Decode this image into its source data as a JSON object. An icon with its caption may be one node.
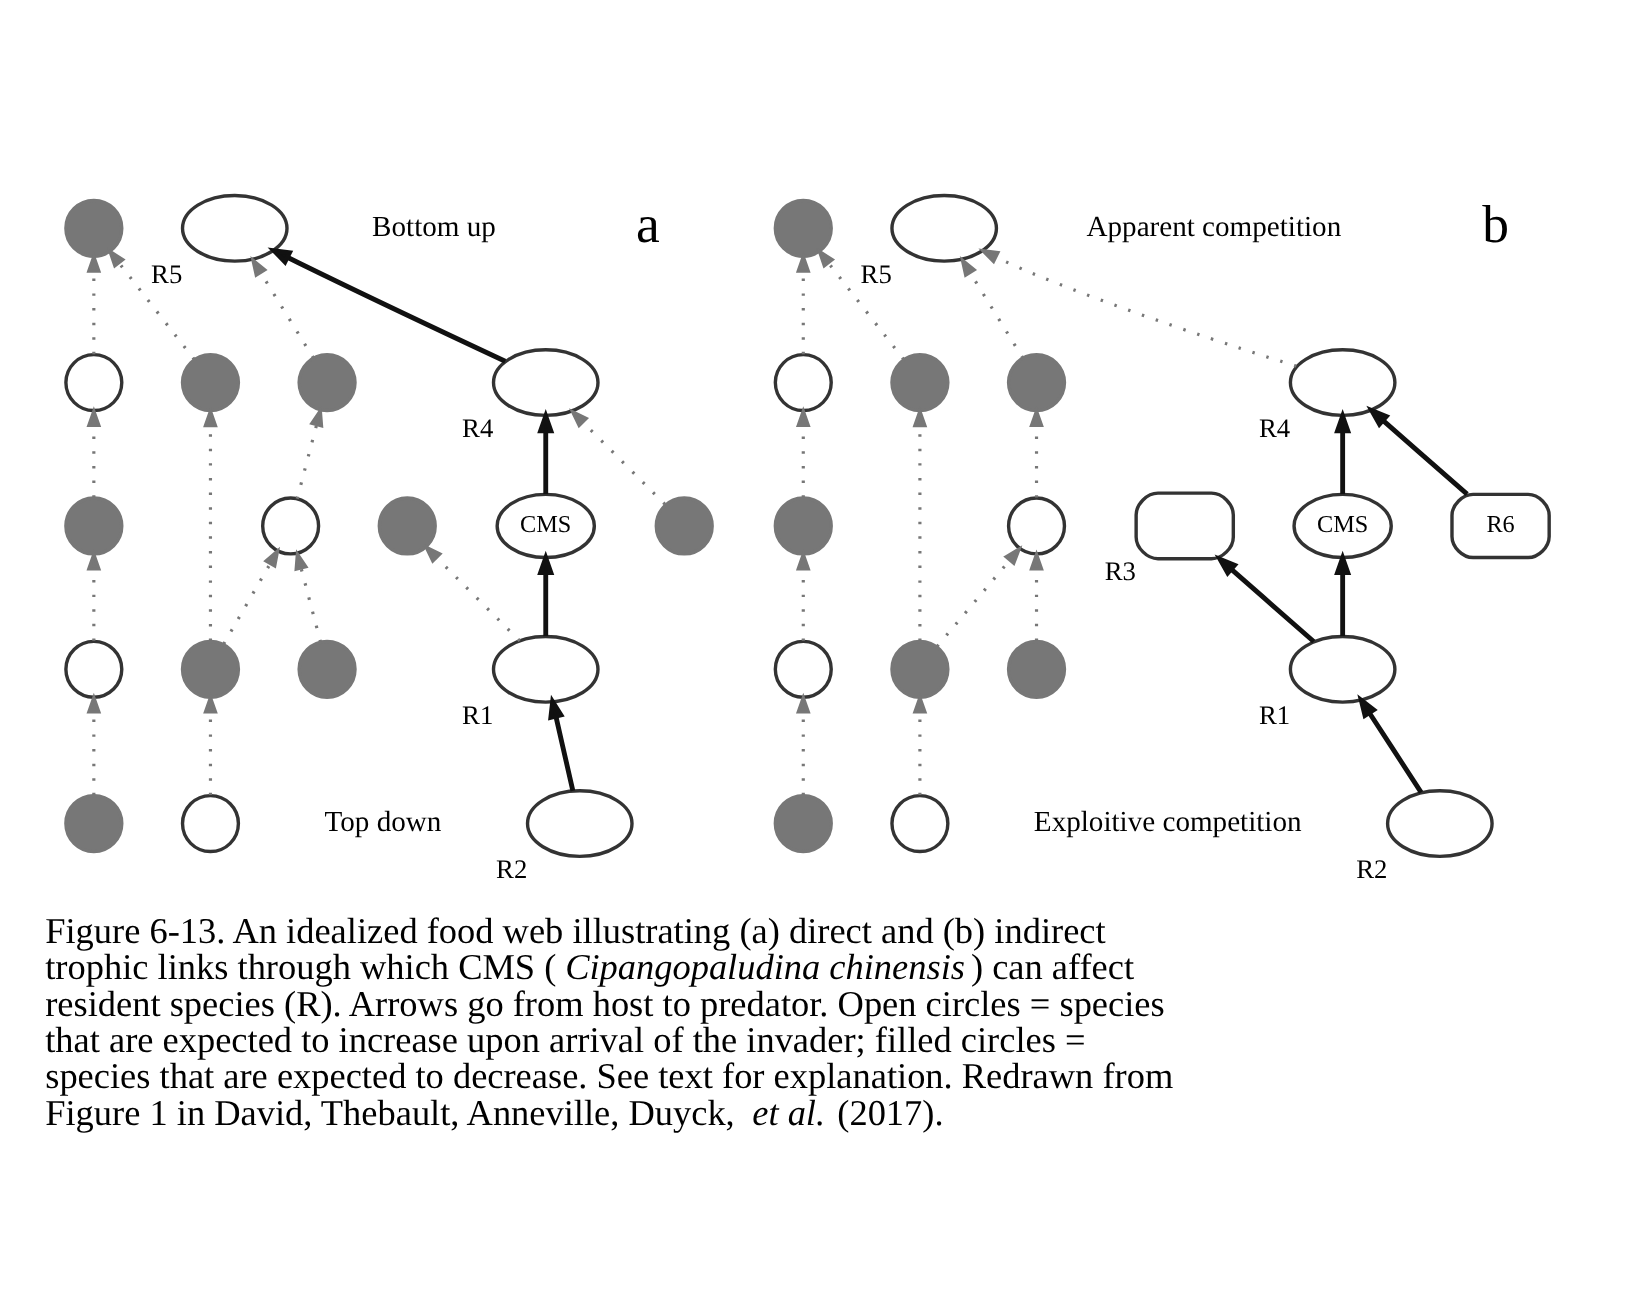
{
  "diagram": {
    "caption": "Figure 6-13. An idealized food web illustrating (a) direct and (b) indirect trophic links through which CMS (*Cipangopaludina chinensis*) can affect resident species (R). Arrows go from host to predator. Open circles = species that are expected to increase upon arrival of the invader; filled circles = species that are expected to decrease. See text for explanation. Redrawn from Figure 1 in David, Thebault, Anneville, Duyck, *et al.* (2017).",
    "nodes": [
      {
        "text": [],
        "shape": "circle"
      },
      {
        "text": [],
        "shape": "ellipse",
        "beside": [
          "R5"
        ]
      },
      {
        "text": [],
        "shape": "circle"
      },
      {
        "text": [],
        "shape": "circle"
      },
      {
        "text": [],
        "shape": "ellipse",
        "beside": [
          "R4"
        ]
      },
      {
        "text": [],
        "shape": "circle"
      },
      {
        "text": [],
        "shape": "circle"
      },
      {
        "text": [],
        "shape": "circle"
      },
      {
        "text": [
          "CMS"
        ]
      },
      {
        "text": [],
        "shape": "circle"
      },
      {
        "text": [],
        "shape": "circle"
      },
      {
        "text": [],
        "shape": "circle"
      },
      {
        "text": [],
        "shape": "ellipse",
        "beside": [
          "R1"
        ]
      },
      {
        "text": [],
        "shape": "circle"
      },
      {
        "text": [],
        "shape": "circle"
      },
      {
        "text": [],
        "shape": "circle"
      },
      {
        "text": [],
        "shape": "ellipse",
        "beside": [
          "R2"
        ]
      },
      {
        "text": [],
        "shape": "circle"
      },
      {
        "text": [],
        "shape": "circle"
      },
      {
        "text": [],
        "shape": "ellipse",
        "beside": [
          "R5"
        ]
      },
      {
        "text": [],
        "shape": "circle"
      },
      {
        "text": [],
        "shape": "circle"
      },
      {
        "text": [],
        "shape": "ellipse",
        "beside": [
          "R4"
        ]
      },
      {
        "text": [],
        "shape": "circle"
      },
      {
        "text": [],
        "shape": "circle"
      },
      {
        "text": [],
        "shape": "box",
        "beside": [
          "R3"
        ]
      },
      {
        "text": [
          "CMS"
        ]
      },
      {
        "text": [
          "R6"
        ]
      },
      {
        "text": [],
        "shape": "circle"
      },
      {
        "text": [],
        "shape": "circle"
      },
      {
        "text": [],
        "shape": "ellipse",
        "beside": [
          "R1"
        ]
      },
      {
        "text": [],
        "shape": "circle"
      },
      {
        "text": [],
        "shape": "circle"
      },
      {
        "text": [],
        "shape": "circle"
      },
      {
        "text": [],
        "shape": "ellipse",
        "beside": [
          "R2"
        ]
      },
      {
        "text": [],
        "shape": "circle"
      }
    ],
    "edges": [
      {
        "from": 2,
        "to": 0,
        "arrow": "to",
        "style": "dashed"
      },
      {
        "from": 3,
        "to": 0,
        "arrow": "to",
        "style": "dashed"
      },
      {
        "from": 4,
        "to": 1,
        "arrow": "to",
        "color": "#111111"
      },
      {
        "from": 5,
        "to": 1,
        "arrow": "to",
        "style": "dashed"
      },
      {
        "from": 6,
        "to": 2,
        "arrow": "to",
        "style": "dashed"
      },
      {
        "from": 8,
        "to": 4,
        "arrow": "to",
        "color": "#111111"
      },
      {
        "from": 9,
        "to": 4,
        "arrow": "to",
        "style": "dashed"
      },
      {
        "from": 13,
        "to": 3,
        "arrow": "to",
        "style": "dashed"
      },
      {
        "from": 10,
        "to": 5,
        "arrow": "to",
        "style": "dashed"
      },
      {
        "from": 11,
        "to": 6,
        "arrow": "to",
        "style": "dashed"
      },
      {
        "from": 12,
        "to": 7,
        "arrow": "to",
        "style": "dashed"
      },
      {
        "from": 12,
        "to": 8,
        "arrow": "to",
        "color": "#111111"
      },
      {
        "from": 13,
        "to": 10,
        "arrow": "to",
        "style": "dashed"
      },
      {
        "from": 14,
        "to": 10,
        "arrow": "to",
        "style": "dashed"
      },
      {
        "from": 15,
        "to": 11,
        "arrow": "to",
        "style": "dashed"
      },
      {
        "from": 16,
        "to": 12,
        "arrow": "to",
        "color": "#111111"
      },
      {
        "from": 17,
        "to": 13,
        "arrow": "to",
        "style": "dashed"
      },
      {
        "from": 20,
        "to": 18,
        "arrow": "to",
        "style": "dashed"
      },
      {
        "from": 21,
        "to": 18,
        "arrow": "to",
        "style": "dashed"
      },
      {
        "from": 22,
        "to": 19,
        "arrow": "to",
        "style": "dashed"
      },
      {
        "from": 23,
        "to": 19,
        "arrow": "to",
        "style": "dashed"
      },
      {
        "from": 24,
        "to": 20,
        "arrow": "to",
        "style": "dashed"
      },
      {
        "from": 26,
        "to": 22,
        "arrow": "to",
        "color": "#111111"
      },
      {
        "from": 27,
        "to": 22,
        "arrow": "to",
        "color": "#111111"
      },
      {
        "from": 31,
        "to": 21,
        "arrow": "to",
        "style": "dashed"
      },
      {
        "from": 28,
        "to": 23,
        "arrow": "to",
        "style": "dashed"
      },
      {
        "from": 29,
        "to": 24,
        "arrow": "to",
        "style": "dashed"
      },
      {
        "from": 30,
        "to": 25,
        "arrow": "to",
        "color": "#111111"
      },
      {
        "from": 30,
        "to": 26,
        "arrow": "to",
        "color": "#111111"
      },
      {
        "from": 31,
        "to": 28,
        "arrow": "to",
        "style": "dashed"
      },
      {
        "from": 32,
        "to": 28,
        "arrow": "to",
        "style": "dashed"
      },
      {
        "from": 33,
        "to": 29,
        "arrow": "to",
        "style": "dashed"
      },
      {
        "from": 34,
        "to": 30,
        "arrow": "to",
        "color": "#111111"
      },
      {
        "from": 35,
        "to": 31,
        "arrow": "to",
        "style": "dashed"
      }
    ],
    "labels": [
      "a",
      "Bottom up",
      "b",
      "Apparent competition",
      "Top down",
      "Exploitive competition"
    ]
  }
}
